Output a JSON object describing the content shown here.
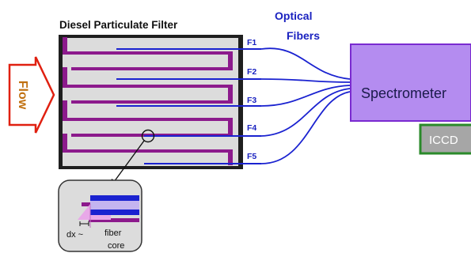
{
  "title": "Diesel Particulate Filter",
  "flow_label": "Flow",
  "fibers_label_line1": "Optical",
  "fibers_label_line2": "Fibers",
  "fiber_labels": [
    "F1",
    "F2",
    "F3",
    "F4",
    "F5"
  ],
  "spectrometer_label": "Spectrometer",
  "iccd_label": "ICCD",
  "inset": {
    "dx_label": "dx ~",
    "fiber_line1": "fiber",
    "fiber_line2": "core"
  },
  "colors": {
    "flow_arrow": "#e02010",
    "fiber": "#1a22d0",
    "fiber_text": "#1a22c0",
    "filter_channel": "#8c1a8c",
    "spectrometer_fill": "#b48cf0",
    "spectrometer_border": "#7a2ad0",
    "iccd_fill": "#a6a6a6",
    "iccd_border": "#2a8a2a"
  }
}
